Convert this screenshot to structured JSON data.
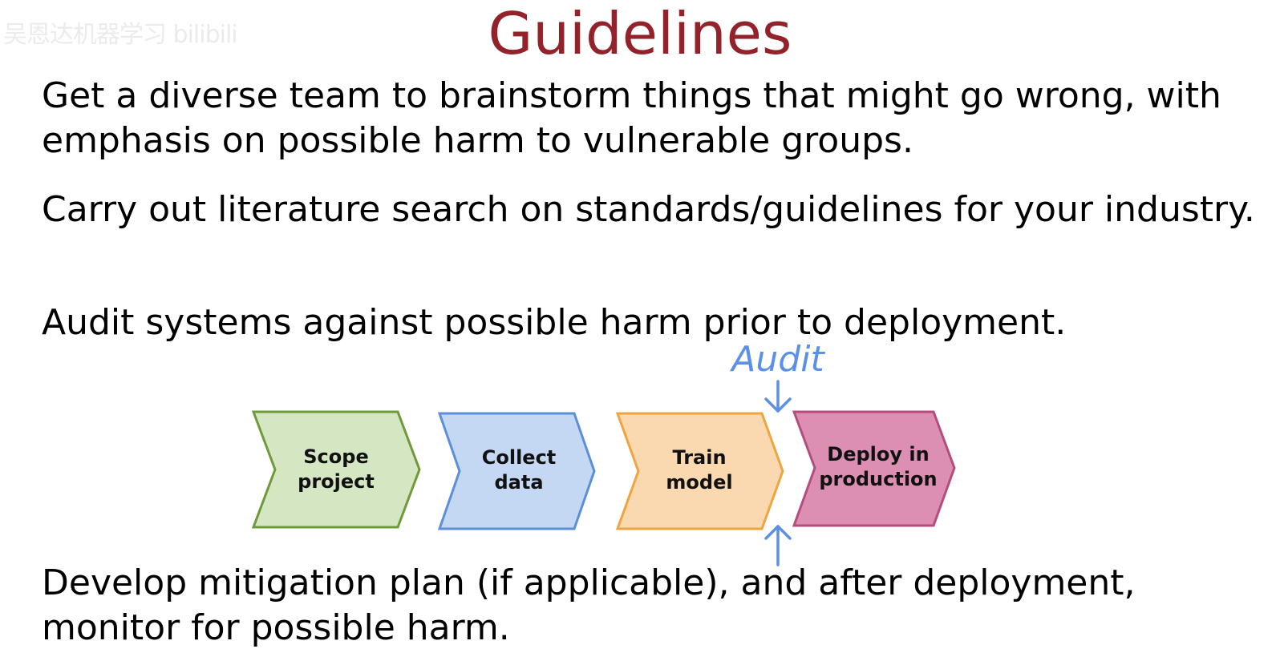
{
  "watermark": "吴恩达机器学习 bilibili",
  "title": "Guidelines",
  "bullets": [
    "Get a diverse team to brainstorm things that might go wrong, with emphasis on possible harm to vulnerable groups.",
    "Carry out literature search on standards/guidelines for your industry.",
    "Audit systems against possible harm prior to deployment.",
    "Develop mitigation plan (if applicable), and after deployment, monitor for possible harm."
  ],
  "diagram": {
    "steps": [
      {
        "lines": [
          "Scope",
          "project"
        ],
        "fill": "#d5e6c2",
        "stroke": "#6e9a3a"
      },
      {
        "lines": [
          "Collect",
          "data"
        ],
        "fill": "#c4d7f3",
        "stroke": "#5b8fd8"
      },
      {
        "lines": [
          "Train",
          "model"
        ],
        "fill": "#fbd9b0",
        "stroke": "#eea540"
      },
      {
        "lines": [
          "Deploy in",
          "production"
        ],
        "fill": "#dc8eb3",
        "stroke": "#b44c7c"
      }
    ],
    "audit_label": "Audit",
    "arrow_color": "#5b8fe8"
  }
}
